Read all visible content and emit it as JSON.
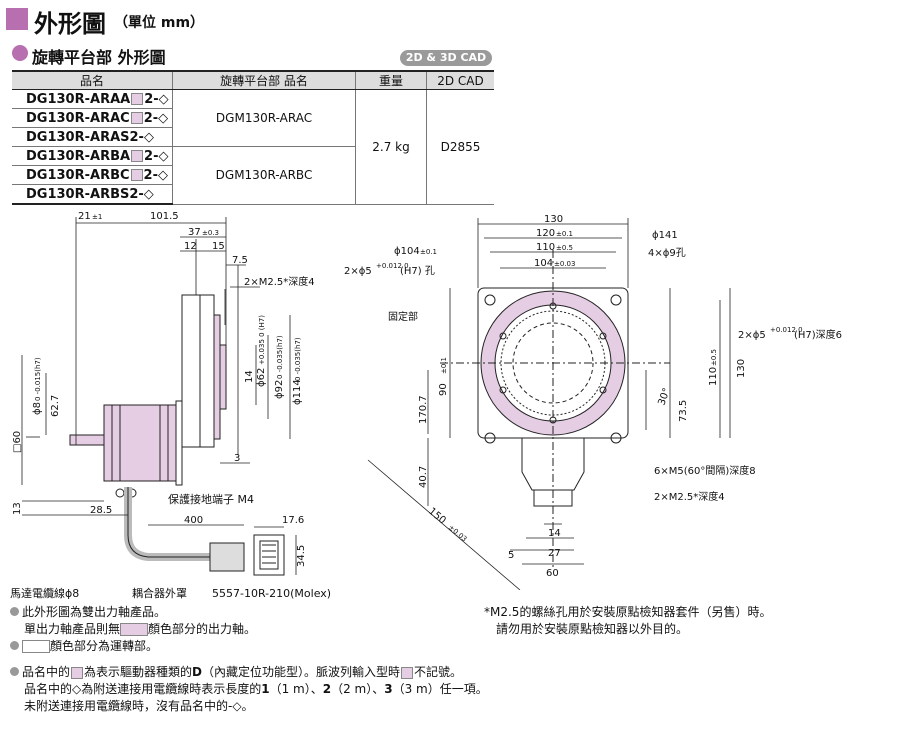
{
  "header": {
    "title": "外形圖",
    "unit": "（單位 mm）"
  },
  "section": {
    "title": "旋轉平台部 外形圖",
    "cad_badge": "2D & 3D CAD"
  },
  "table": {
    "headers": [
      "品名",
      "旋轉平台部 品名",
      "重量",
      "2D CAD"
    ],
    "rows": [
      {
        "prefix": "DG130R-ARAA",
        "suffix": "2-◇"
      },
      {
        "prefix": "DG130R-ARAC",
        "suffix": "2-◇"
      },
      {
        "prefix": "DG130R-ARAS2-◇",
        "suffix": ""
      },
      {
        "prefix": "DG130R-ARBA",
        "suffix": "2-◇"
      },
      {
        "prefix": "DG130R-ARBC",
        "suffix": "2-◇"
      },
      {
        "prefix": "DG130R-ARBS2-◇",
        "suffix": ""
      }
    ],
    "table_name_1": "DGM130R-ARAC",
    "table_name_2": "DGM130R-ARBC",
    "weight": "2.7 kg",
    "cad": "D2855"
  },
  "drawing_left": {
    "dims": {
      "d21": "21",
      "d21tol": "±1",
      "d101": "101.5",
      "d37": "37",
      "d37tol": "±0.3",
      "d12": "12",
      "d15": "15",
      "d7_5": "7.5",
      "m25": "2×M2.5*深度4",
      "phi8": "ϕ8",
      "phi8tol": "0 -0.015(h7)",
      "d62_7": "62.7",
      "d14": "14",
      "phi62": "ϕ62",
      "phi62tol": "+0.035 0 (H7)",
      "phi92": "ϕ92",
      "phi92tol": "0 -0.035(h7)",
      "phi114": "ϕ114",
      "phi114tol": "0 -0.035(h7)",
      "d3": "3",
      "d60": "□60",
      "d13": "13",
      "d28_5": "28.5",
      "d400": "400",
      "d17_6": "17.6",
      "d34_5": "34.5"
    },
    "labels": {
      "ground": "保護接地端子 M4",
      "cable": "馬達電纜線ϕ8",
      "connector_cover": "耦合器外罩",
      "connector": "5557-10R-210(Molex)"
    }
  },
  "drawing_right": {
    "dims": {
      "d130": "130",
      "d120": "120",
      "d120tol": "±0.1",
      "d110": "110",
      "d110tol": "±0.5",
      "d104": "104",
      "d104tol": "±0.03",
      "phi141": "ϕ141",
      "holes4": "4×ϕ9孔",
      "phi104": "ϕ104",
      "phi104tol": "±0.1",
      "pin_left": "2×ϕ5",
      "pin_left_tol": "+0.012 0",
      "pin_left_suffix": "(H7) 孔",
      "pin_right": "2×ϕ5",
      "pin_right_tol": "+0.012 0",
      "pin_right_suffix": "(H7)深度6",
      "fixed": "固定部",
      "d90": "90",
      "d90tol": "±0.1",
      "d170_7": "170.7",
      "d40_7": "40.7",
      "d30deg": "30°",
      "d73_5": "73.5",
      "d110v": "110",
      "d110vtol": "±0.5",
      "d130v": "130",
      "m5": "6×M5(60°間隔)深度8",
      "m25": "2×M2.5*深度4",
      "d150": "150",
      "d150tol": "±0.03",
      "d5": "5",
      "d14": "14",
      "d27": "27",
      "d60": "60"
    }
  },
  "notes": {
    "n1": "此外形圖為雙出力軸產品。",
    "n1b_pre": "單出力軸產品則無",
    "n1b_post": "顏色部分的出力軸。",
    "n2_post": "顏色部分為運轉部。",
    "star1": "M2.5的螺絲孔用於安裝原點檢知器套件（另售）時。",
    "star2": "請勿用於安裝原點檢知器以外目的。",
    "n3_pre": "品名中的",
    "n3_mid": "為表示驅動器種類的",
    "n3_bold": "D",
    "n3_post": "（內藏定位功能型）。脈波列輸入型時",
    "n3_end": "不記號。",
    "n4": "品名中的◇為附送連接用電纜線時表示長度的",
    "n4_1": "1",
    "n4_1u": "（1 m）、",
    "n4_2": "2",
    "n4_2u": "（2 m）、",
    "n4_3": "3",
    "n4_3u": "（3 m）任一項。",
    "n5": "未附送連接用電纜線時，沒有品名中的-◇。"
  },
  "colors": {
    "accent": "#b86fb0",
    "highlight": "#e5cde3"
  }
}
